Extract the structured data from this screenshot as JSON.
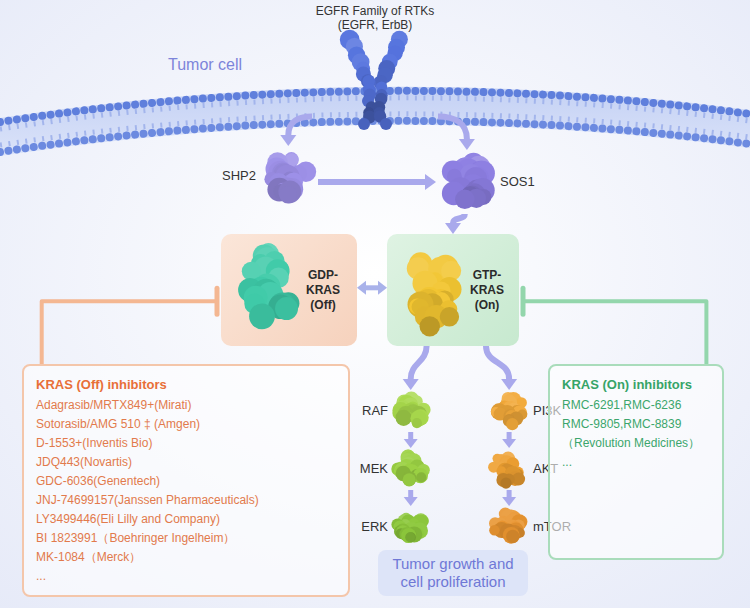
{
  "diagram": {
    "nodes": [
      {
        "text": [
          "EGFR Family of RTKs (EGFR, ErbB)"
        ]
      },
      {
        "text": [
          "SHP2"
        ]
      },
      {
        "text": [
          "SOS1"
        ]
      },
      {
        "text": [
          "GDP-KRAS (Off)"
        ]
      },
      {
        "text": [
          "GTP-KRAS (On)"
        ]
      },
      {
        "text": [
          "RAF"
        ]
      },
      {
        "text": [
          "PI3K"
        ]
      },
      {
        "text": [
          "MEK"
        ]
      },
      {
        "text": [
          "AKT"
        ]
      },
      {
        "text": [
          "ERK"
        ]
      },
      {
        "text": [
          "mTOR"
        ]
      },
      {
        "text": [
          "KRAS (Off) inhibitors",
          "Adagrasib/MRTX849+(Mirati)",
          "Sotorasib/AMG 510 ‡ (Amgen)",
          "D-1553+(Inventis Bio)",
          "JDQ443(Novartis)",
          "GDC-6036(Genentech)",
          "JNJ-74699157(Janssen Pharmaceuticals)",
          "LY3499446(Eli Lilly and Company)",
          "BI 1823991（Boehringer Ingelheim）",
          "MK-1084（Merck）",
          "..."
        ]
      },
      {
        "text": [
          "Tumor growth and cell proliferation"
        ]
      },
      {
        "text": [
          "KRAS (On) inhibitors",
          "RMC-6291,RMC-6236",
          "RMC-9805,RMC-8839",
          "（Revolution Medicines）",
          "..."
        ]
      }
    ],
    "edges": [
      {
        "from": 0,
        "to": 1,
        "arrow": "to"
      },
      {
        "from": 0,
        "to": 2,
        "arrow": "to"
      },
      {
        "from": 1,
        "to": 2,
        "arrow": "to"
      },
      {
        "from": 2,
        "to": 4,
        "arrow": "to"
      },
      {
        "from": 3,
        "to": 4,
        "arrow": "both"
      },
      {
        "from": 4,
        "to": 5,
        "arrow": "to"
      },
      {
        "from": 4,
        "to": 6,
        "arrow": "to"
      },
      {
        "from": 5,
        "to": 7,
        "arrow": "to"
      },
      {
        "from": 7,
        "to": 9,
        "arrow": "to"
      },
      {
        "from": 6,
        "to": 8,
        "arrow": "to"
      },
      {
        "from": 8,
        "to": 10,
        "arrow": "to"
      },
      {
        "from": 11,
        "to": 3,
        "arrow": "to"
      },
      {
        "from": 13,
        "to": 4,
        "arrow": "to"
      }
    ],
    "labels": [
      "Tumor cell"
    ]
  }
}
